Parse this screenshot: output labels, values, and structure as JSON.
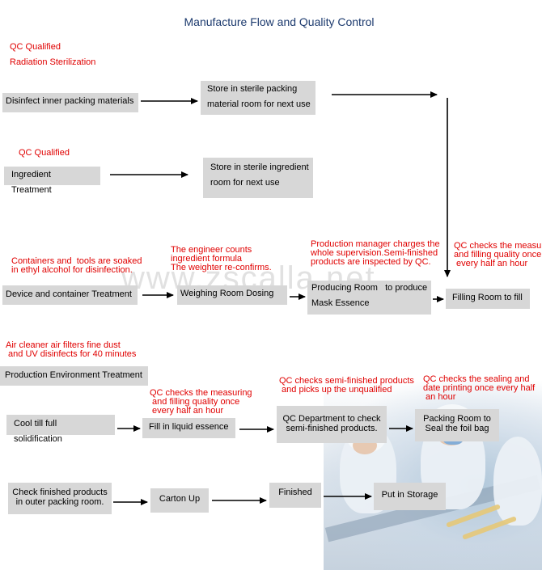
{
  "title": "Manufacture Flow and Quality Control",
  "watermark": "www.zscalla.net",
  "notes": {
    "qc_qualified_1": "QC Qualified",
    "radiation": "Radiation Sterilization",
    "qc_qualified_2": "QC Qualified",
    "containers_soaked": "Containers and  tools are soaked\nin ethyl alcohol for disinfection.",
    "engineer_counts": "The engineer counts\ningredient formula\nThe weighter re-confirms.",
    "production_manager": "Production manager charges the\nwhole supervision.Semi-finished\nproducts are inspected by QC.",
    "qc_measuring_1": "QC checks the measuring\nand filling quality once\n every half an hour",
    "air_cleaner": "Air cleaner air filters fine dust\n and UV disinfects for 40 minutes",
    "qc_measuring_2": "QC checks the measuring\n and filling quality once\n every half an hour",
    "qc_semi_finished": "QC checks semi-finished products\n and picks up the unqualified",
    "qc_sealing": "QC checks the sealing and\ndate printing once every half\n an hour"
  },
  "boxes": {
    "disinfect_inner": "Disinfect inner packing materials",
    "store_packing": "Store in sterile packing\nmaterial room for next use",
    "ingredient_treatment": "Ingredient Treatment",
    "store_ingredient": "Store in sterile ingredient\nroom for next use",
    "device_treatment": "Device and container Treatment",
    "weighing_room": "Weighing Room  Dosing",
    "producing_room": "Producing Room   to produce\nMask Essence",
    "filling_room": "Filling Room to fill",
    "production_environment": "Production Environment Treatment",
    "cool_till": "Cool till full solidification",
    "fill_liquid": "Fill in liquid essence",
    "qc_department": "QC Department to check\nsemi-finished products.",
    "packing_room": "Packing Room to\nSeal the foil bag",
    "check_finished": "Check finished products\nin outer packing room.",
    "carton_up": "Carton Up",
    "finished": "Finished",
    "put_in_storage": "Put in Storage"
  }
}
